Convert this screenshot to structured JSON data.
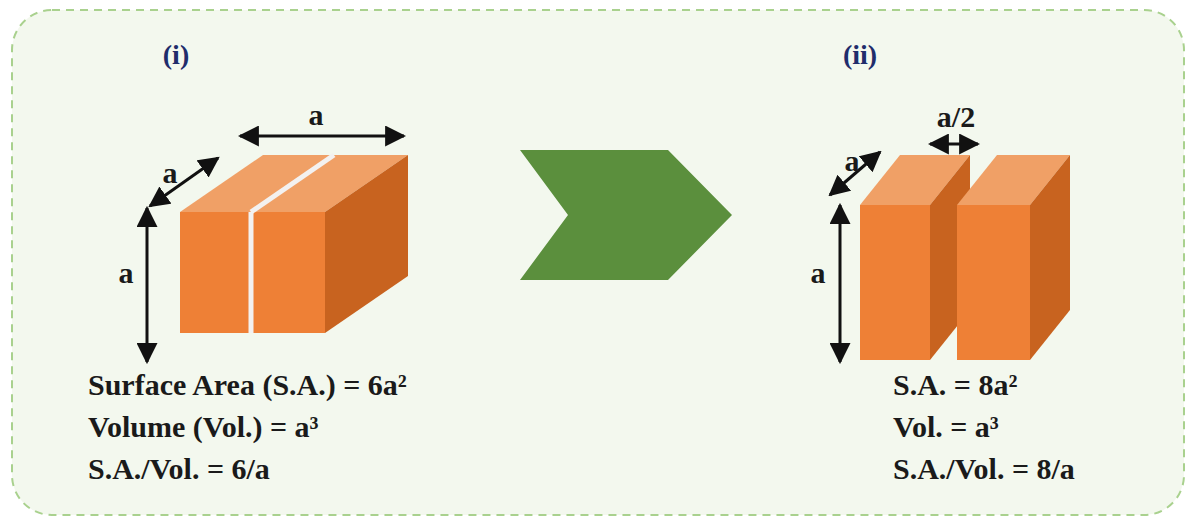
{
  "diagram": {
    "labels": [
      "(i)",
      "a",
      "a",
      "a",
      "Surface Area (S.A.) = 6a²",
      "Volume (Vol.) = a³",
      "S.A./Vol. = 6/a",
      "(ii)",
      "a/2",
      "a",
      "a",
      "S.A. = 8a²",
      "Vol. = a³",
      "S.A./Vol. = 8/a"
    ]
  }
}
